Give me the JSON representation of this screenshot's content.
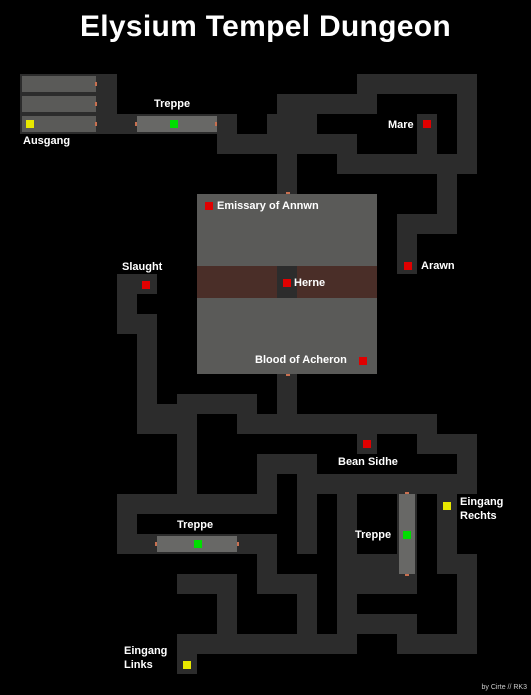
{
  "title": "Elysium Tempel Dungeon",
  "credit": "by Cirte // RK3",
  "colors": {
    "corridor": "#2c2c2c",
    "room": "#5a5a58",
    "band": "#4a2e28",
    "stair_room": "#686866",
    "boss_marker": "#e00000",
    "stairs_marker": "#00dd00",
    "entrance_marker": "#e8e800"
  },
  "labels": {
    "ausgang": "Ausgang",
    "treppe_top": "Treppe",
    "mare": "Mare",
    "emissary": "Emissary of Annwn",
    "slaught": "Slaught",
    "herne": "Herne",
    "arawn": "Arawn",
    "blood": "Blood of Acheron",
    "bean_sidhe": "Bean Sidhe",
    "eingang_rechts_1": "Eingang",
    "eingang_rechts_2": "Rechts",
    "treppe_right": "Treppe",
    "treppe_left": "Treppe",
    "eingang_links_1": "Eingang",
    "eingang_links_2": "Links"
  }
}
